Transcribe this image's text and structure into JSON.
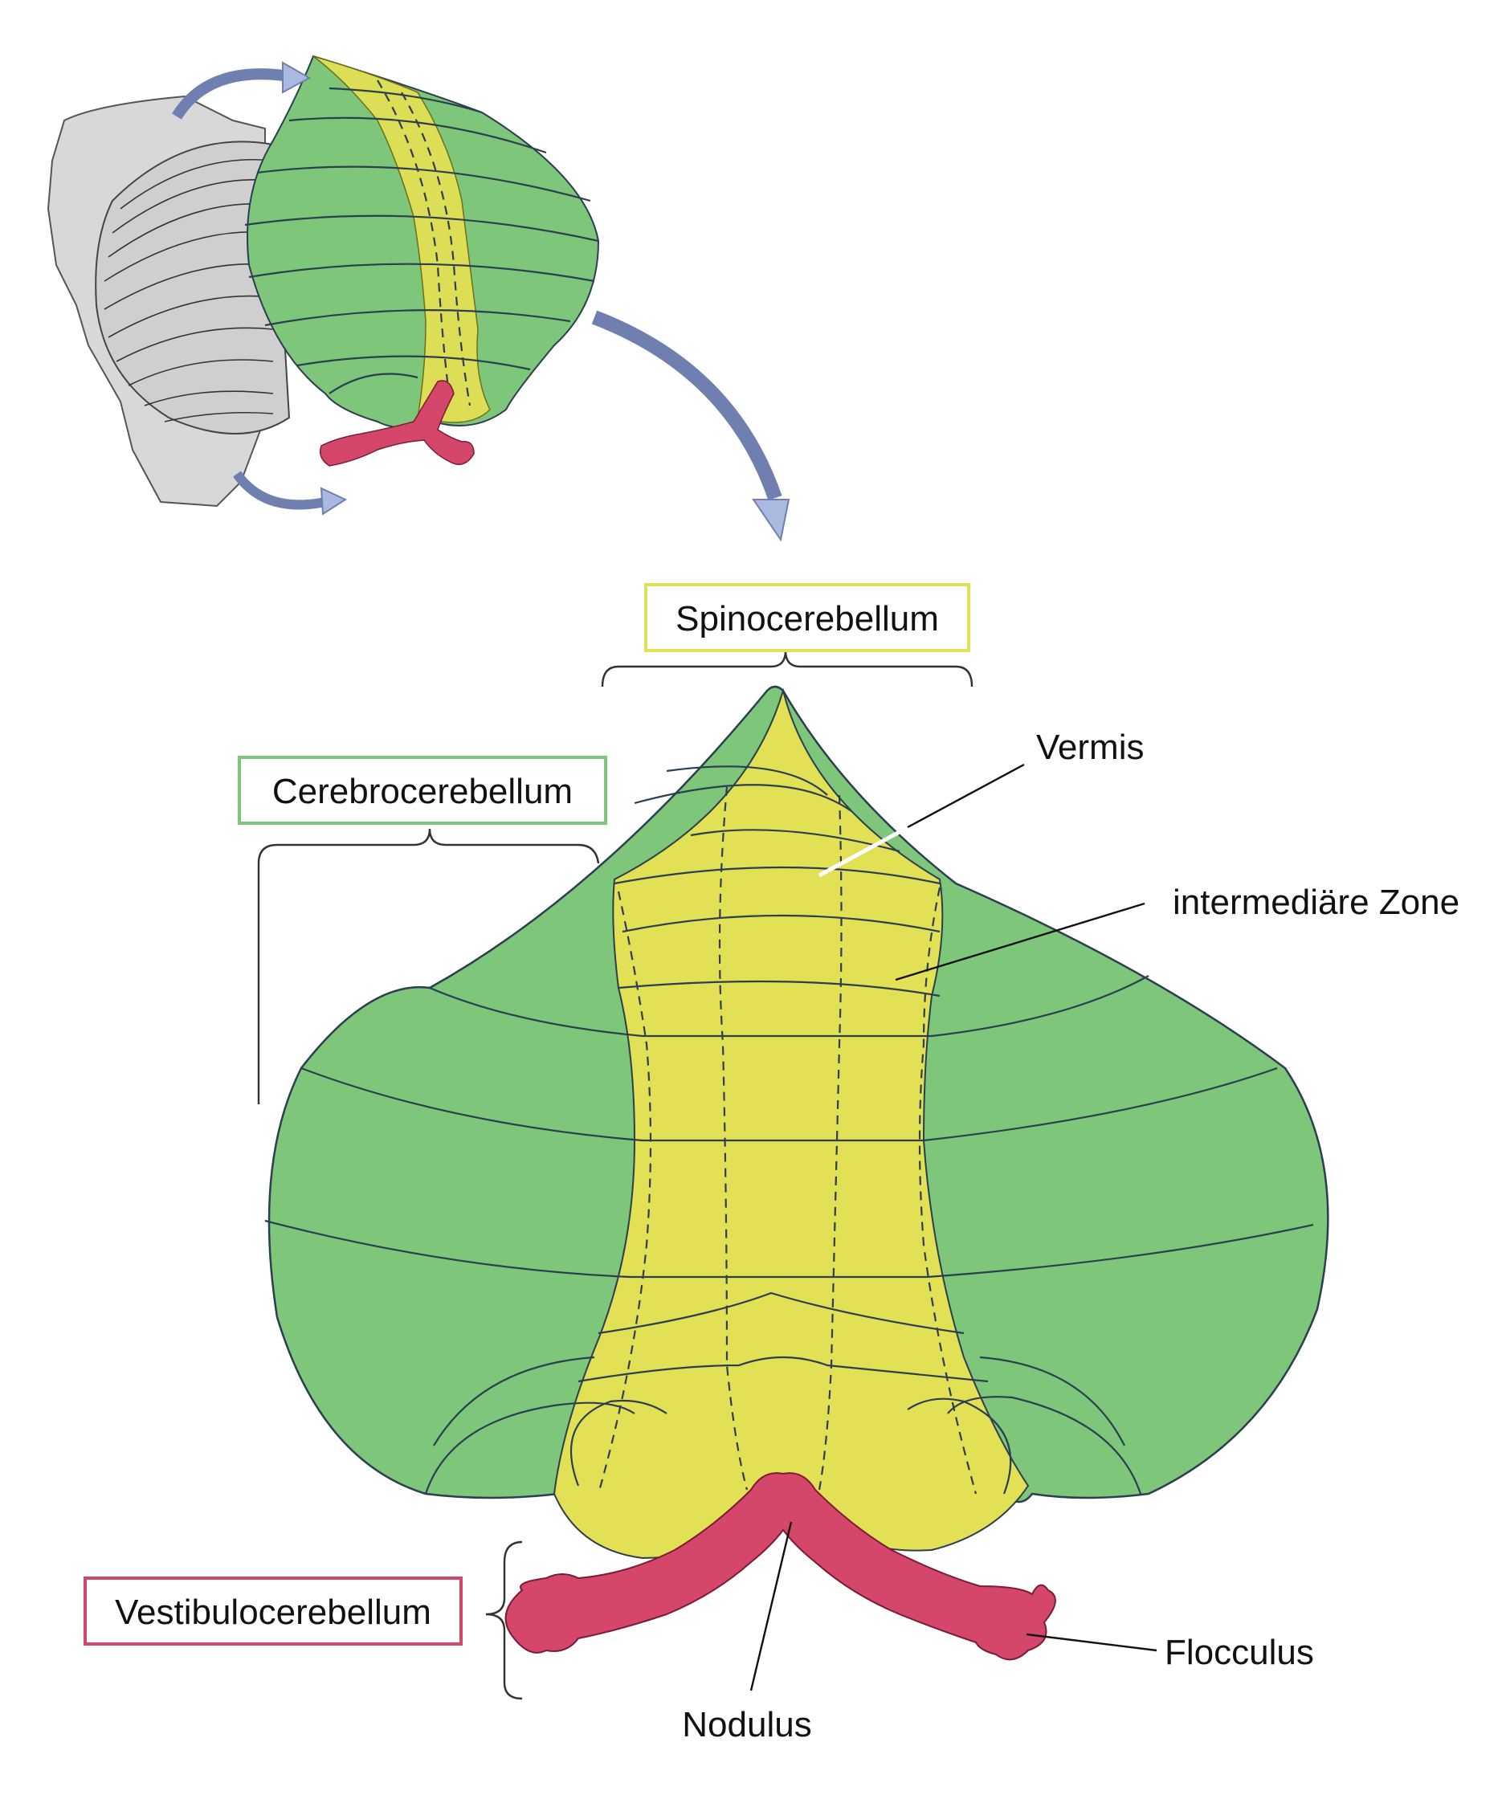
{
  "colors": {
    "cerebrocerebellum": "#7dc67a",
    "spinocerebellum": "#e2e055",
    "vestibulocerebellum": "#d4476a",
    "arrow": "#a9b9e0",
    "brainstem": "#d8d8d8"
  },
  "labels": {
    "spinocerebellum": "Spinocerebellum",
    "cerebrocerebellum": "Cerebrocerebellum",
    "vestibulocerebellum": "Vestibulocerebellum",
    "vermis": "Vermis",
    "intermediate_zone": "intermediäre Zone",
    "nodulus": "Nodulus",
    "flocculus": "Flocculus"
  }
}
